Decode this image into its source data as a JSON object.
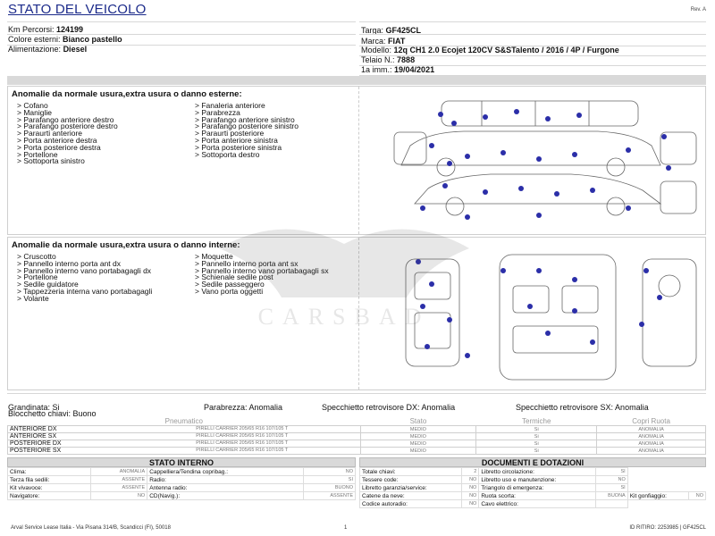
{
  "header": {
    "title": "STATO DEL VEICOLO",
    "rev": "Rev. A"
  },
  "vehicle_left": [
    {
      "label": "Km Percorsi:",
      "value": "124199"
    },
    {
      "label": "Colore esterni:",
      "value": "Bianco pastello"
    },
    {
      "label": "Alimentazione:",
      "value": "Diesel"
    }
  ],
  "vehicle_right": [
    {
      "label": "Targa:",
      "value": "GF425CL"
    },
    {
      "label": "Marca:",
      "value": "FIAT"
    },
    {
      "label": "Modello:",
      "value": "12q CH1 2.0 Ecojet 120CV S&STalento / 2016 / 4P / Furgone"
    },
    {
      "label": "Telaio N.:",
      "value": "7888"
    },
    {
      "label": "1a imm.:",
      "value": "19/04/2021"
    }
  ],
  "external": {
    "heading": "Anomalie da normale usura,extra usura o danno esterne:",
    "col1": [
      "> Cofano",
      "> Maniglie",
      "> Parafango anteriore destro",
      "> Parafango posteriore destro",
      "> Paraurti anteriore",
      "> Porta anteriore destra",
      "> Porta posteriore destra",
      "> Portellone",
      "> Sottoporta sinistro"
    ],
    "col2": [
      "> Fanaleria anteriore",
      "> Parabrezza",
      "> Parafango anteriore sinistro",
      "> Parafango posteriore sinistro",
      "> Paraurti posteriore",
      "> Porta anteriore sinistra",
      "> Porta posteriore sinistra",
      "> Sottoporta destro"
    ]
  },
  "internal": {
    "heading": "Anomalie da normale usura,extra usura o danno interne:",
    "col1": [
      "> Cruscotto",
      "> Pannello interno porta ant dx",
      "> Pannello interno vano portabagagli dx",
      "> Portellone",
      "> Sedile guidatore",
      "> Tappezzeria interna vano portabagagli",
      "> Volante"
    ],
    "col2": [
      "> Moquette",
      "> Pannello interno porta ant sx",
      "> Pannello interno vano portabagagli sx",
      "> Schienale sedile post",
      "> Sedile passeggero",
      "> Vano porta oggetti"
    ]
  },
  "watermark": "CARSBAD",
  "summary": {
    "grandinata": "Grandinata: Si",
    "parabrezza": "Parabrezza: Anomalia",
    "specchietto_dx": "Specchietto retrovisore DX: Anomalia",
    "specchietto_sx": "Specchietto retrovisore SX: Anomalia",
    "blocchetto": "Blocchetto chiavi: Buono"
  },
  "tyres": {
    "headers": [
      "Pneumatico",
      "Stato",
      "Termiche",
      "Copri Ruota"
    ],
    "rows": [
      {
        "pos": "ANTERIORE DX",
        "tyre": "PIRELLI CARRIER 205/65 R16 107/105 T",
        "stato": "MEDIO",
        "termiche": "Si",
        "copri": "ANOMALIA"
      },
      {
        "pos": "ANTERIORE SX",
        "tyre": "PIRELLI CARRIER 205/65 R16 107/105 T",
        "stato": "MEDIO",
        "termiche": "Si",
        "copri": "ANOMALIA"
      },
      {
        "pos": "POSTERIORE DX",
        "tyre": "PIRELLI CARRIER 205/65 R16 107/105 T",
        "stato": "MEDIO",
        "termiche": "Si",
        "copri": "ANOMALIA"
      },
      {
        "pos": "POSTERIORE SX",
        "tyre": "PIRELLI CARRIER 205/65 R16 107/105 T",
        "stato": "MEDIO",
        "termiche": "Si",
        "copri": "ANOMALIA"
      }
    ]
  },
  "stato_interno": {
    "title": "STATO INTERNO",
    "rows": [
      [
        {
          "k": "Clima:",
          "v": "ANOMALIA"
        },
        {
          "k": "Cappelliera/Tendina copribag.:",
          "v": "NO"
        }
      ],
      [
        {
          "k": "Terza fila sedili:",
          "v": "ASSENTE"
        },
        {
          "k": "Radio:",
          "v": "SI"
        }
      ],
      [
        {
          "k": "Kit vivavoce:",
          "v": "ASSENTE"
        },
        {
          "k": "Antenna radio:",
          "v": "BUONO"
        }
      ],
      [
        {
          "k": "Navigatore:",
          "v": "NO"
        },
        {
          "k": "CD(Navig.):",
          "v": "ASSENTE"
        }
      ]
    ]
  },
  "documenti": {
    "title": "DOCUMENTI E DOTAZIONI",
    "rows": [
      [
        {
          "k": "Totale chiavi:",
          "v": "2"
        },
        {
          "k": "Libretto circolazione:",
          "v": "SI"
        }
      ],
      [
        {
          "k": "Tessere code:",
          "v": "NO"
        },
        {
          "k": "Libretto uso e manutenzione:",
          "v": "NO"
        }
      ],
      [
        {
          "k": "Libretto garanzia/service:",
          "v": "NO"
        },
        {
          "k": "Triangolo di emergenza:",
          "v": "SI"
        }
      ],
      [
        {
          "k": "Catene da neve:",
          "v": "NO"
        },
        {
          "k": "Ruota scorta:",
          "v": "BUONA"
        },
        {
          "k": "Kit gonfiaggio:",
          "v": "NO"
        }
      ],
      [
        {
          "k": "Codice autoradio:",
          "v": "NO"
        },
        {
          "k": "Cavo elettrico:",
          "v": ""
        }
      ]
    ]
  },
  "footer": {
    "company": "Arval Service Lease Italia - Via Pisana 314/B, Scandicci (FI), 50018",
    "page": "1",
    "id": "ID RITIRO: 2253985 | GF425CL"
  },
  "colors": {
    "title": "#1b2a8a",
    "dot": "#2b2ea8",
    "header_bg": "#d9d9d9"
  }
}
